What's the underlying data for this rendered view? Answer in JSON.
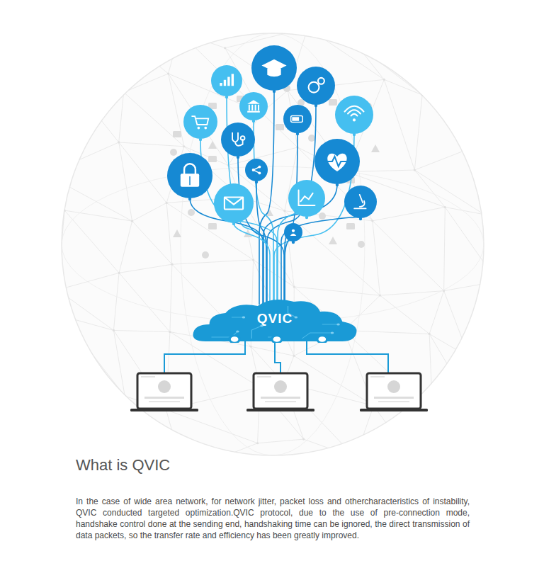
{
  "diagram": {
    "title": "What is QVIC",
    "nodes": [
      {
        "text": [
          "QVIC"
        ]
      }
    ],
    "labels": [
      "In the case of wide area network, for network jitter, packet loss and othercharacteristics of instability, QVIC conducted targeted optimization.QVIC protocol, due to the use of pre-connection mode, handshake control done at the sending end, handshaking time can be ignored, the direct transmission of data packets, so the transfer rate and efficiency has been greatly improved."
    ]
  }
}
